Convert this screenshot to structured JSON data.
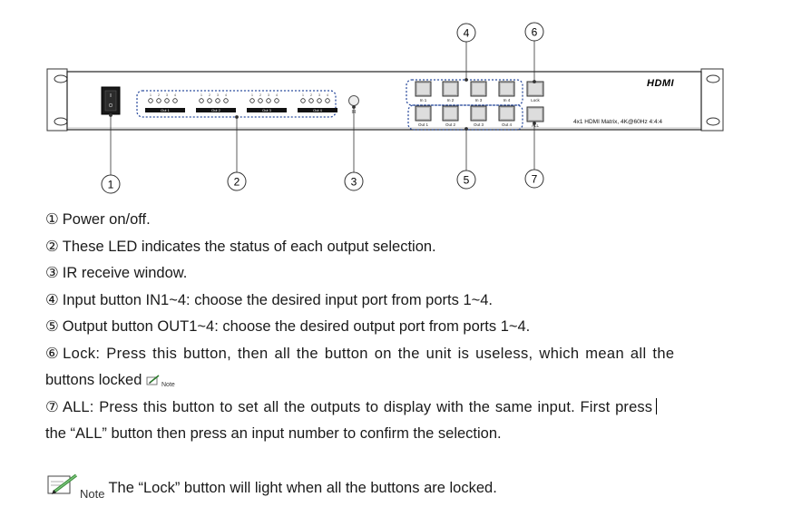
{
  "panel": {
    "brand_logo": "HDMI",
    "model_text": "4x1 HDMI Matrix, 4K@60Hz 4:4:4",
    "led_groups": [
      "Out 1",
      "Out 2",
      "Out 3",
      "Out 4"
    ],
    "input_buttons": [
      "In 1",
      "In 2",
      "In 3",
      "In 4"
    ],
    "output_buttons": [
      "Out 1",
      "Out 2",
      "Out 3",
      "Out 4"
    ],
    "lock_label": "Lock",
    "all_label": "ALL",
    "ir_label": "IR"
  },
  "callouts": [
    "1",
    "2",
    "3",
    "4",
    "5",
    "6",
    "7"
  ],
  "descriptions": [
    {
      "num": "①",
      "text": "Power on/off."
    },
    {
      "num": "②",
      "text": "These LED indicates the status of each output selection."
    },
    {
      "num": "③",
      "text": "IR receive window."
    },
    {
      "num": "④",
      "text": "Input button IN1~4: choose the desired input port from ports 1~4."
    },
    {
      "num": "⑤",
      "text": "Output button OUT1~4: choose the desired output port from ports 1~4."
    },
    {
      "num": "⑥",
      "text": "Lock: Press this button, then all the button on the unit is useless, which mean all the",
      "cont": "buttons locked",
      "note_label": "Note"
    },
    {
      "num": "⑦",
      "text": "ALL: Press this button to set all the outputs to display with the same input. First press",
      "cont": "the “ALL” button then press an input number to confirm the selection."
    }
  ],
  "note": {
    "label": "Note",
    "text": "The “Lock” button will light when all the buttons are locked."
  }
}
